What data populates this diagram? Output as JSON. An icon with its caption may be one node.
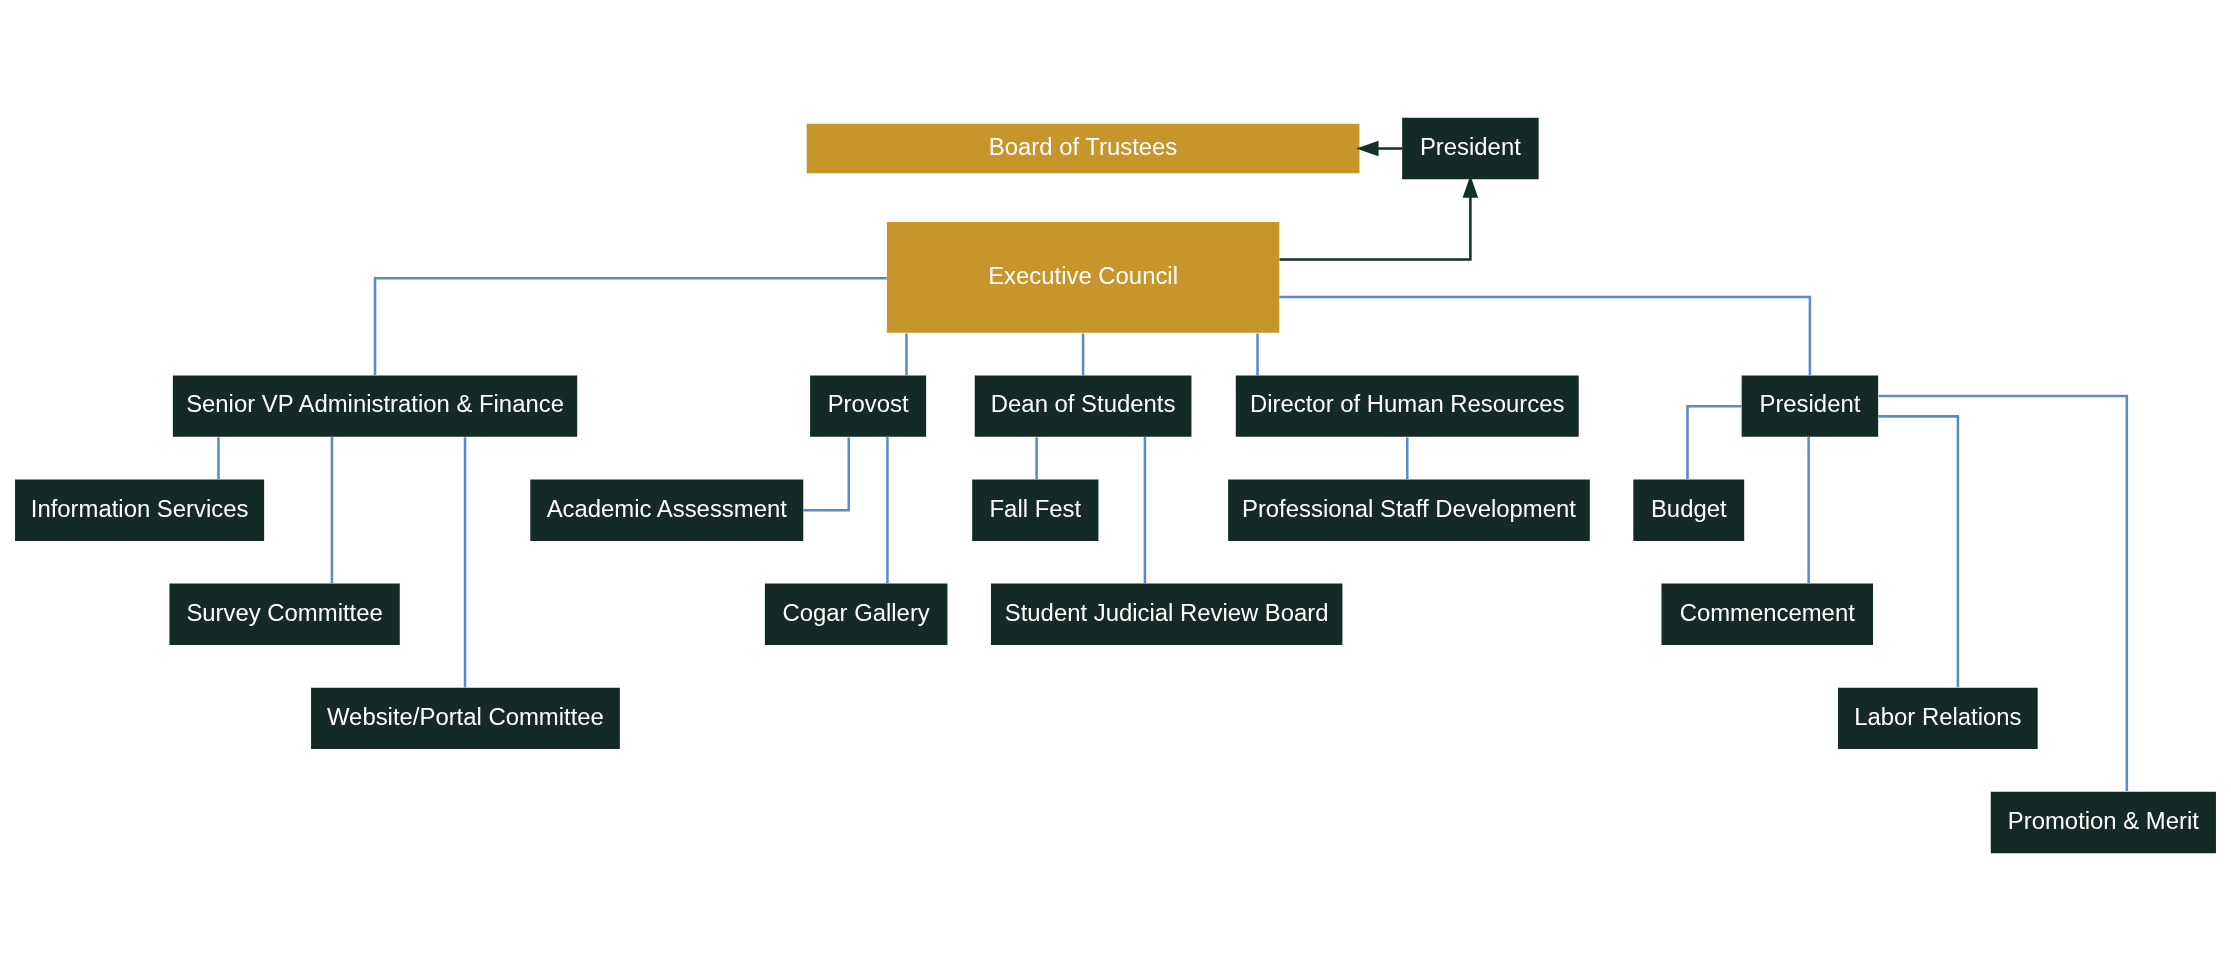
{
  "diagram": {
    "nodes": [
      {
        "text": [
          "Board of Trustees"
        ]
      },
      {
        "text": [
          "President"
        ]
      },
      {
        "text": [
          "Executive Council"
        ]
      },
      {
        "text": [
          "Senior VP Administration & Finance"
        ]
      },
      {
        "text": [
          "Provost"
        ]
      },
      {
        "text": [
          "Dean of Students"
        ]
      },
      {
        "text": [
          "Director of Human Resources"
        ]
      },
      {
        "text": [
          "President"
        ]
      },
      {
        "text": [
          "Information Services"
        ]
      },
      {
        "text": [
          "Survey Committee"
        ]
      },
      {
        "text": [
          "Website/Portal Committee"
        ]
      },
      {
        "text": [
          "Academic Assessment"
        ]
      },
      {
        "text": [
          "Cogar Gallery"
        ]
      },
      {
        "text": [
          "Fall Fest"
        ]
      },
      {
        "text": [
          "Student Judicial Review Board"
        ]
      },
      {
        "text": [
          "Professional Staff Development"
        ]
      },
      {
        "text": [
          "Budget"
        ]
      },
      {
        "text": [
          "Commencement"
        ]
      },
      {
        "text": [
          "Labor Relations"
        ]
      },
      {
        "text": [
          "Promotion & Merit"
        ]
      }
    ],
    "edges": [
      {
        "from": 1,
        "to": 0,
        "arrow": "to",
        "color": "#14302a"
      },
      {
        "from": 2,
        "to": 1,
        "arrow": "to",
        "color": "#14302a"
      },
      {
        "from": 2,
        "to": 3,
        "arrow": "none"
      },
      {
        "from": 2,
        "to": 4,
        "arrow": "none"
      },
      {
        "from": 2,
        "to": 5,
        "arrow": "none"
      },
      {
        "from": 2,
        "to": 6,
        "arrow": "none"
      },
      {
        "from": 2,
        "to": 7,
        "arrow": "none"
      },
      {
        "from": 3,
        "to": 8,
        "arrow": "none"
      },
      {
        "from": 3,
        "to": 9,
        "arrow": "none"
      },
      {
        "from": 3,
        "to": 10,
        "arrow": "none"
      },
      {
        "from": 4,
        "to": 11,
        "arrow": "none"
      },
      {
        "from": 4,
        "to": 12,
        "arrow": "none"
      },
      {
        "from": 5,
        "to": 13,
        "arrow": "none"
      },
      {
        "from": 5,
        "to": 14,
        "arrow": "none"
      },
      {
        "from": 6,
        "to": 15,
        "arrow": "none"
      },
      {
        "from": 7,
        "to": 16,
        "arrow": "none"
      },
      {
        "from": 7,
        "to": 17,
        "arrow": "none"
      },
      {
        "from": 7,
        "to": 18,
        "arrow": "none"
      },
      {
        "from": 7,
        "to": 19,
        "arrow": "none"
      }
    ]
  }
}
